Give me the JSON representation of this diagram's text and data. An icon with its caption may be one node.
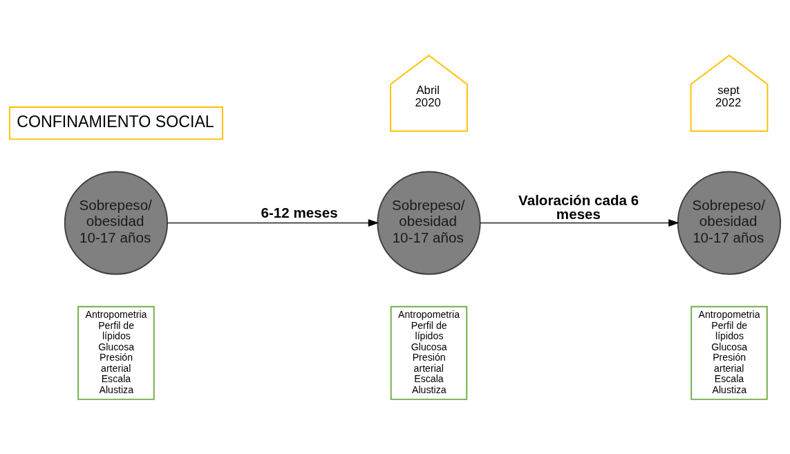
{
  "diagram": {
    "nodes": [
      {
        "text": [
          "Antropometria Perfil de lípidos Glucosa Presión arterial Escala Alustiza"
        ]
      },
      {
        "text": [
          "Antropometria Perfil de lípidos Glucosa Presión arterial Escala Alustiza"
        ]
      },
      {
        "text": [
          "Antropometria Perfil de lípidos Glucosa Presión arterial Escala Alustiza"
        ]
      },
      {
        "text": [
          "Sobrepeso/ obesidad 10-17 años"
        ]
      },
      {
        "text": [
          "Sobrepeso/ obesidad 10-17 años"
        ]
      },
      {
        "text": [
          "Sobrepeso/ obesidad 10-17 años"
        ]
      },
      {
        "text": [
          "Abril 2020"
        ]
      },
      {
        "text": [
          "sept 2022"
        ]
      },
      {
        "text": [
          "CONFINAMIENTO SOCIAL"
        ]
      }
    ],
    "edges": [
      {
        "from": 3,
        "to": 4,
        "arrow": "to",
        "label": "6-12 meses"
      },
      {
        "from": 4,
        "to": 5,
        "arrow": "to",
        "label": "Valoración cada 6 meses"
      }
    ]
  }
}
